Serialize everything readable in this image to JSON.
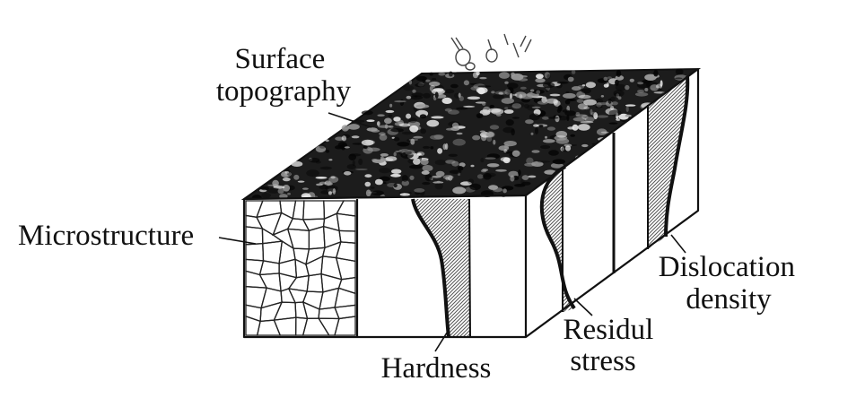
{
  "labels": {
    "surface_line1": "Surface",
    "surface_line2": "topography",
    "microstructure": "Microstructure",
    "hardness": "Hardness",
    "residual_line1": "Residul",
    "residual_line2": "stress",
    "dislocation_line1": "Dislocation",
    "dislocation_line2": "density"
  }
}
